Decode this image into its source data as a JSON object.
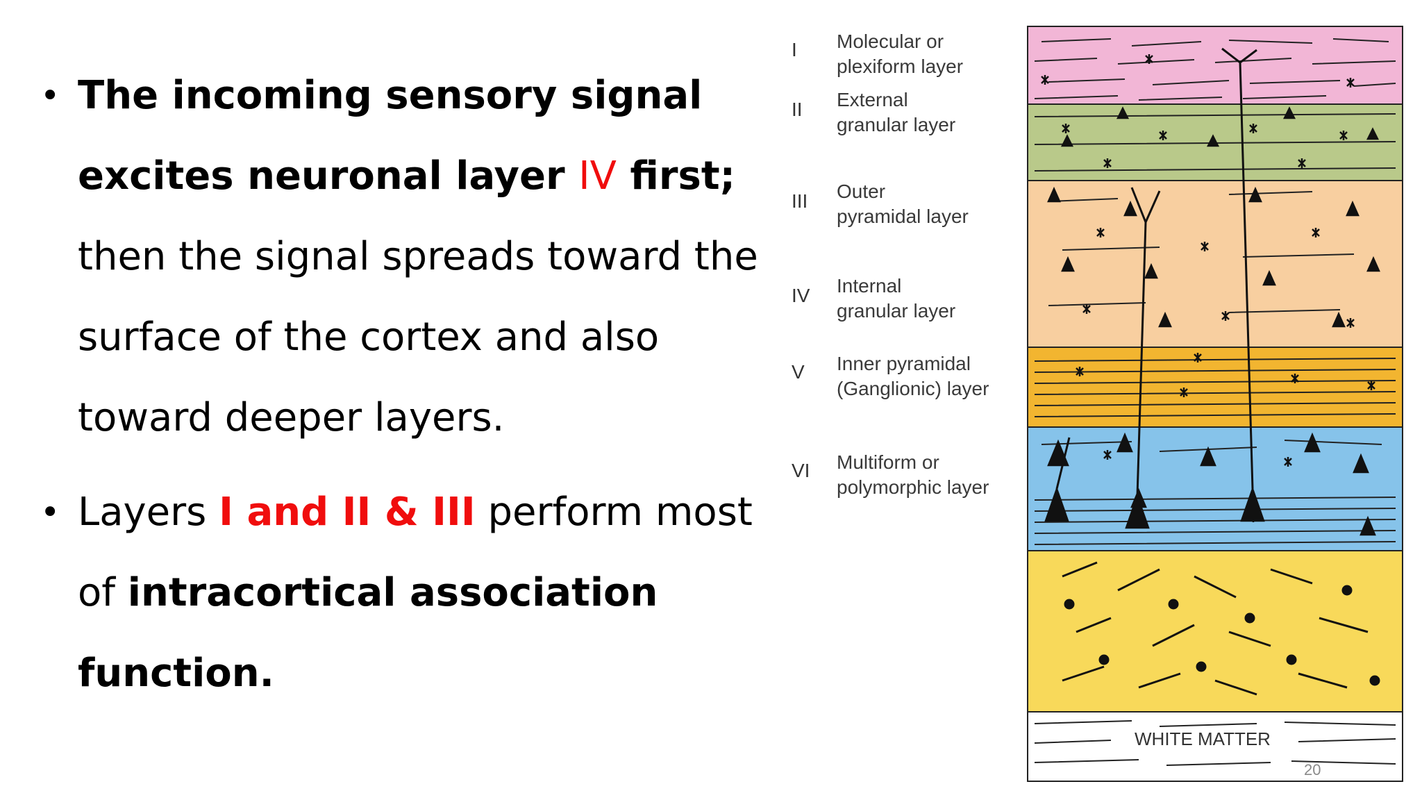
{
  "bullets": [
    {
      "lines": [
        [
          {
            "text": "The incoming sensory signal",
            "bold": true
          }
        ],
        [
          {
            "text": "excites neuronal layer ",
            "bold": true
          },
          {
            "text": "IV",
            "bold": false,
            "red": true
          },
          {
            "text": " first;",
            "bold": true
          }
        ],
        [
          {
            "text": "then the signal spreads toward the",
            "bold": false
          }
        ],
        [
          {
            "text": "surface of the cortex and also",
            "bold": false
          }
        ],
        [
          {
            "text": "toward deeper layers.",
            "bold": false
          }
        ]
      ]
    },
    {
      "lines": [
        [
          {
            "text": "Layers ",
            "bold": false
          },
          {
            "text": "I and II & III",
            "bold": true,
            "red": true
          },
          {
            "text": " perform most",
            "bold": false
          }
        ],
        [
          {
            "text": "of ",
            "bold": false
          },
          {
            "text": "intracortical association",
            "bold": true
          }
        ],
        [
          {
            "text": "function.",
            "bold": true
          }
        ]
      ]
    }
  ],
  "diagram": {
    "layers": [
      {
        "numeral": "I",
        "name": "Molecular or\nplexiform layer",
        "color": "#f2b6d6"
      },
      {
        "numeral": "II",
        "name": "External\ngranular layer",
        "color": "#b9c98a"
      },
      {
        "numeral": "III",
        "name": "Outer\npyramidal layer",
        "color": "#f8cfa0"
      },
      {
        "numeral": "IV",
        "name": "Internal\ngranular layer",
        "color": "#f2b530"
      },
      {
        "numeral": "V",
        "name": "Inner pyramidal\n(Ganglionic) layer",
        "color": "#86c3ea"
      },
      {
        "numeral": "VI",
        "name": "Multiform or\npolymorphic layer",
        "color": "#f8d95a"
      }
    ],
    "white_matter_label": "WHITE MATTER"
  },
  "page_number": "20",
  "colors": {
    "accent_red": "#f00d0d",
    "white_matter": "#ffffff"
  }
}
